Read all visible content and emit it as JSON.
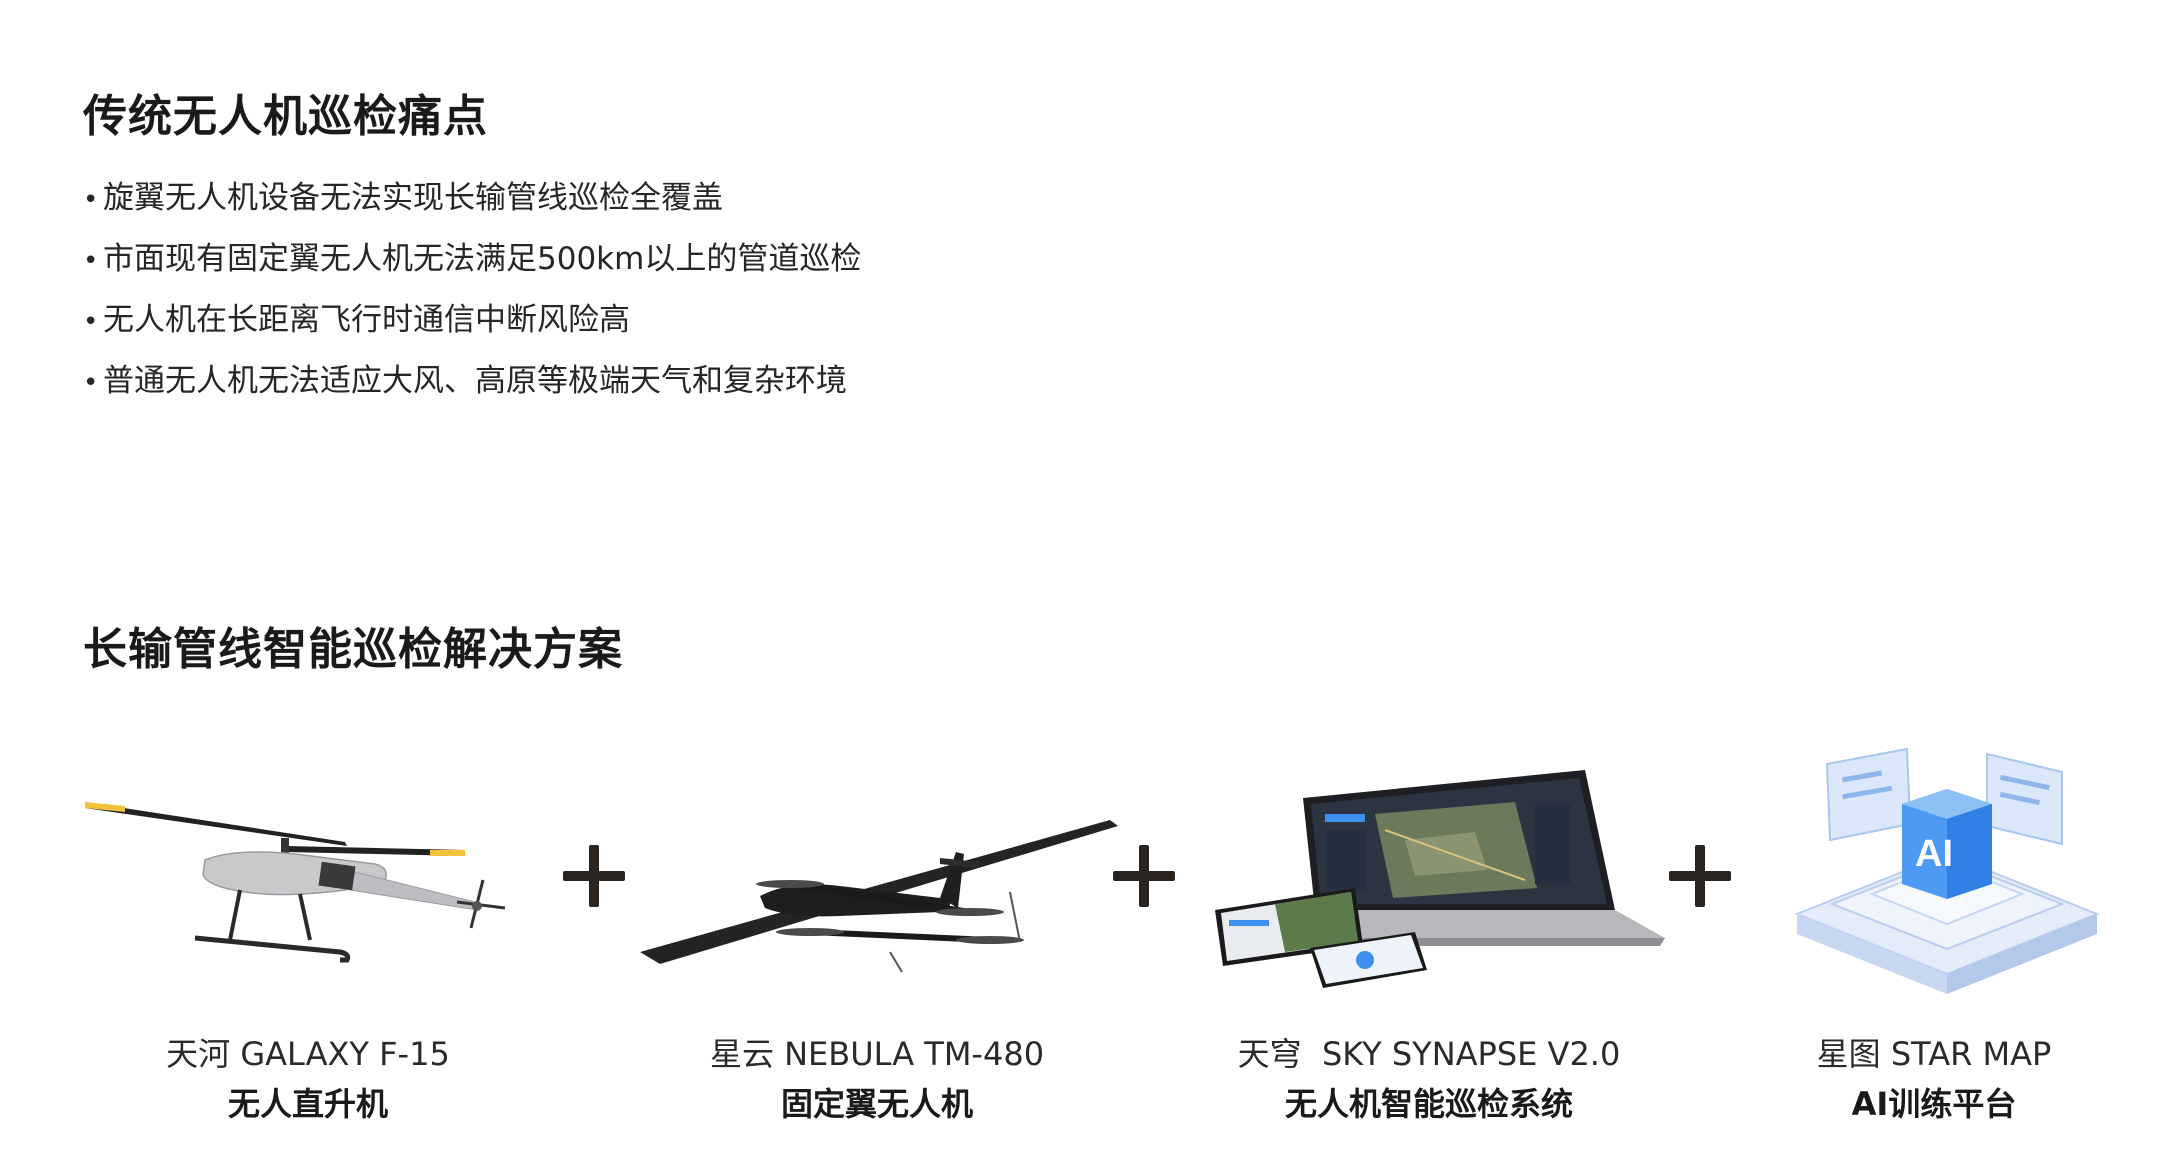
{
  "pain_points": {
    "title": "传统无人机巡检痛点",
    "bullet": "•",
    "items": [
      "旋翼无人机设备无法实现长输管线巡检全覆盖",
      "市面现有固定翼无人机无法满足500km以上的管道巡检",
      "无人机在长距离飞行时通信中断风险高",
      "普通无人机无法适应大风、高原等极端天气和复杂环境"
    ]
  },
  "solution": {
    "title": "长输管线智能巡检解决方案",
    "products": [
      {
        "name": "天河 GALAXY F-15",
        "subtitle": "无人直升机"
      },
      {
        "name": "星云 NEBULA TM-480",
        "subtitle": "固定翼无人机"
      },
      {
        "name": "天穹  SKY SYNAPSE V2.0",
        "subtitle": "无人机智能巡检系统"
      },
      {
        "name": "星图 STAR MAP",
        "subtitle": "AI训练平台"
      }
    ],
    "ai_badge": "AI",
    "accent_colors": {
      "rotor_tip": "#f2c23a",
      "helicopter_body": "#c9c9cc",
      "plane_body": "#262626",
      "platform_blue": "#3f8ff0"
    }
  }
}
